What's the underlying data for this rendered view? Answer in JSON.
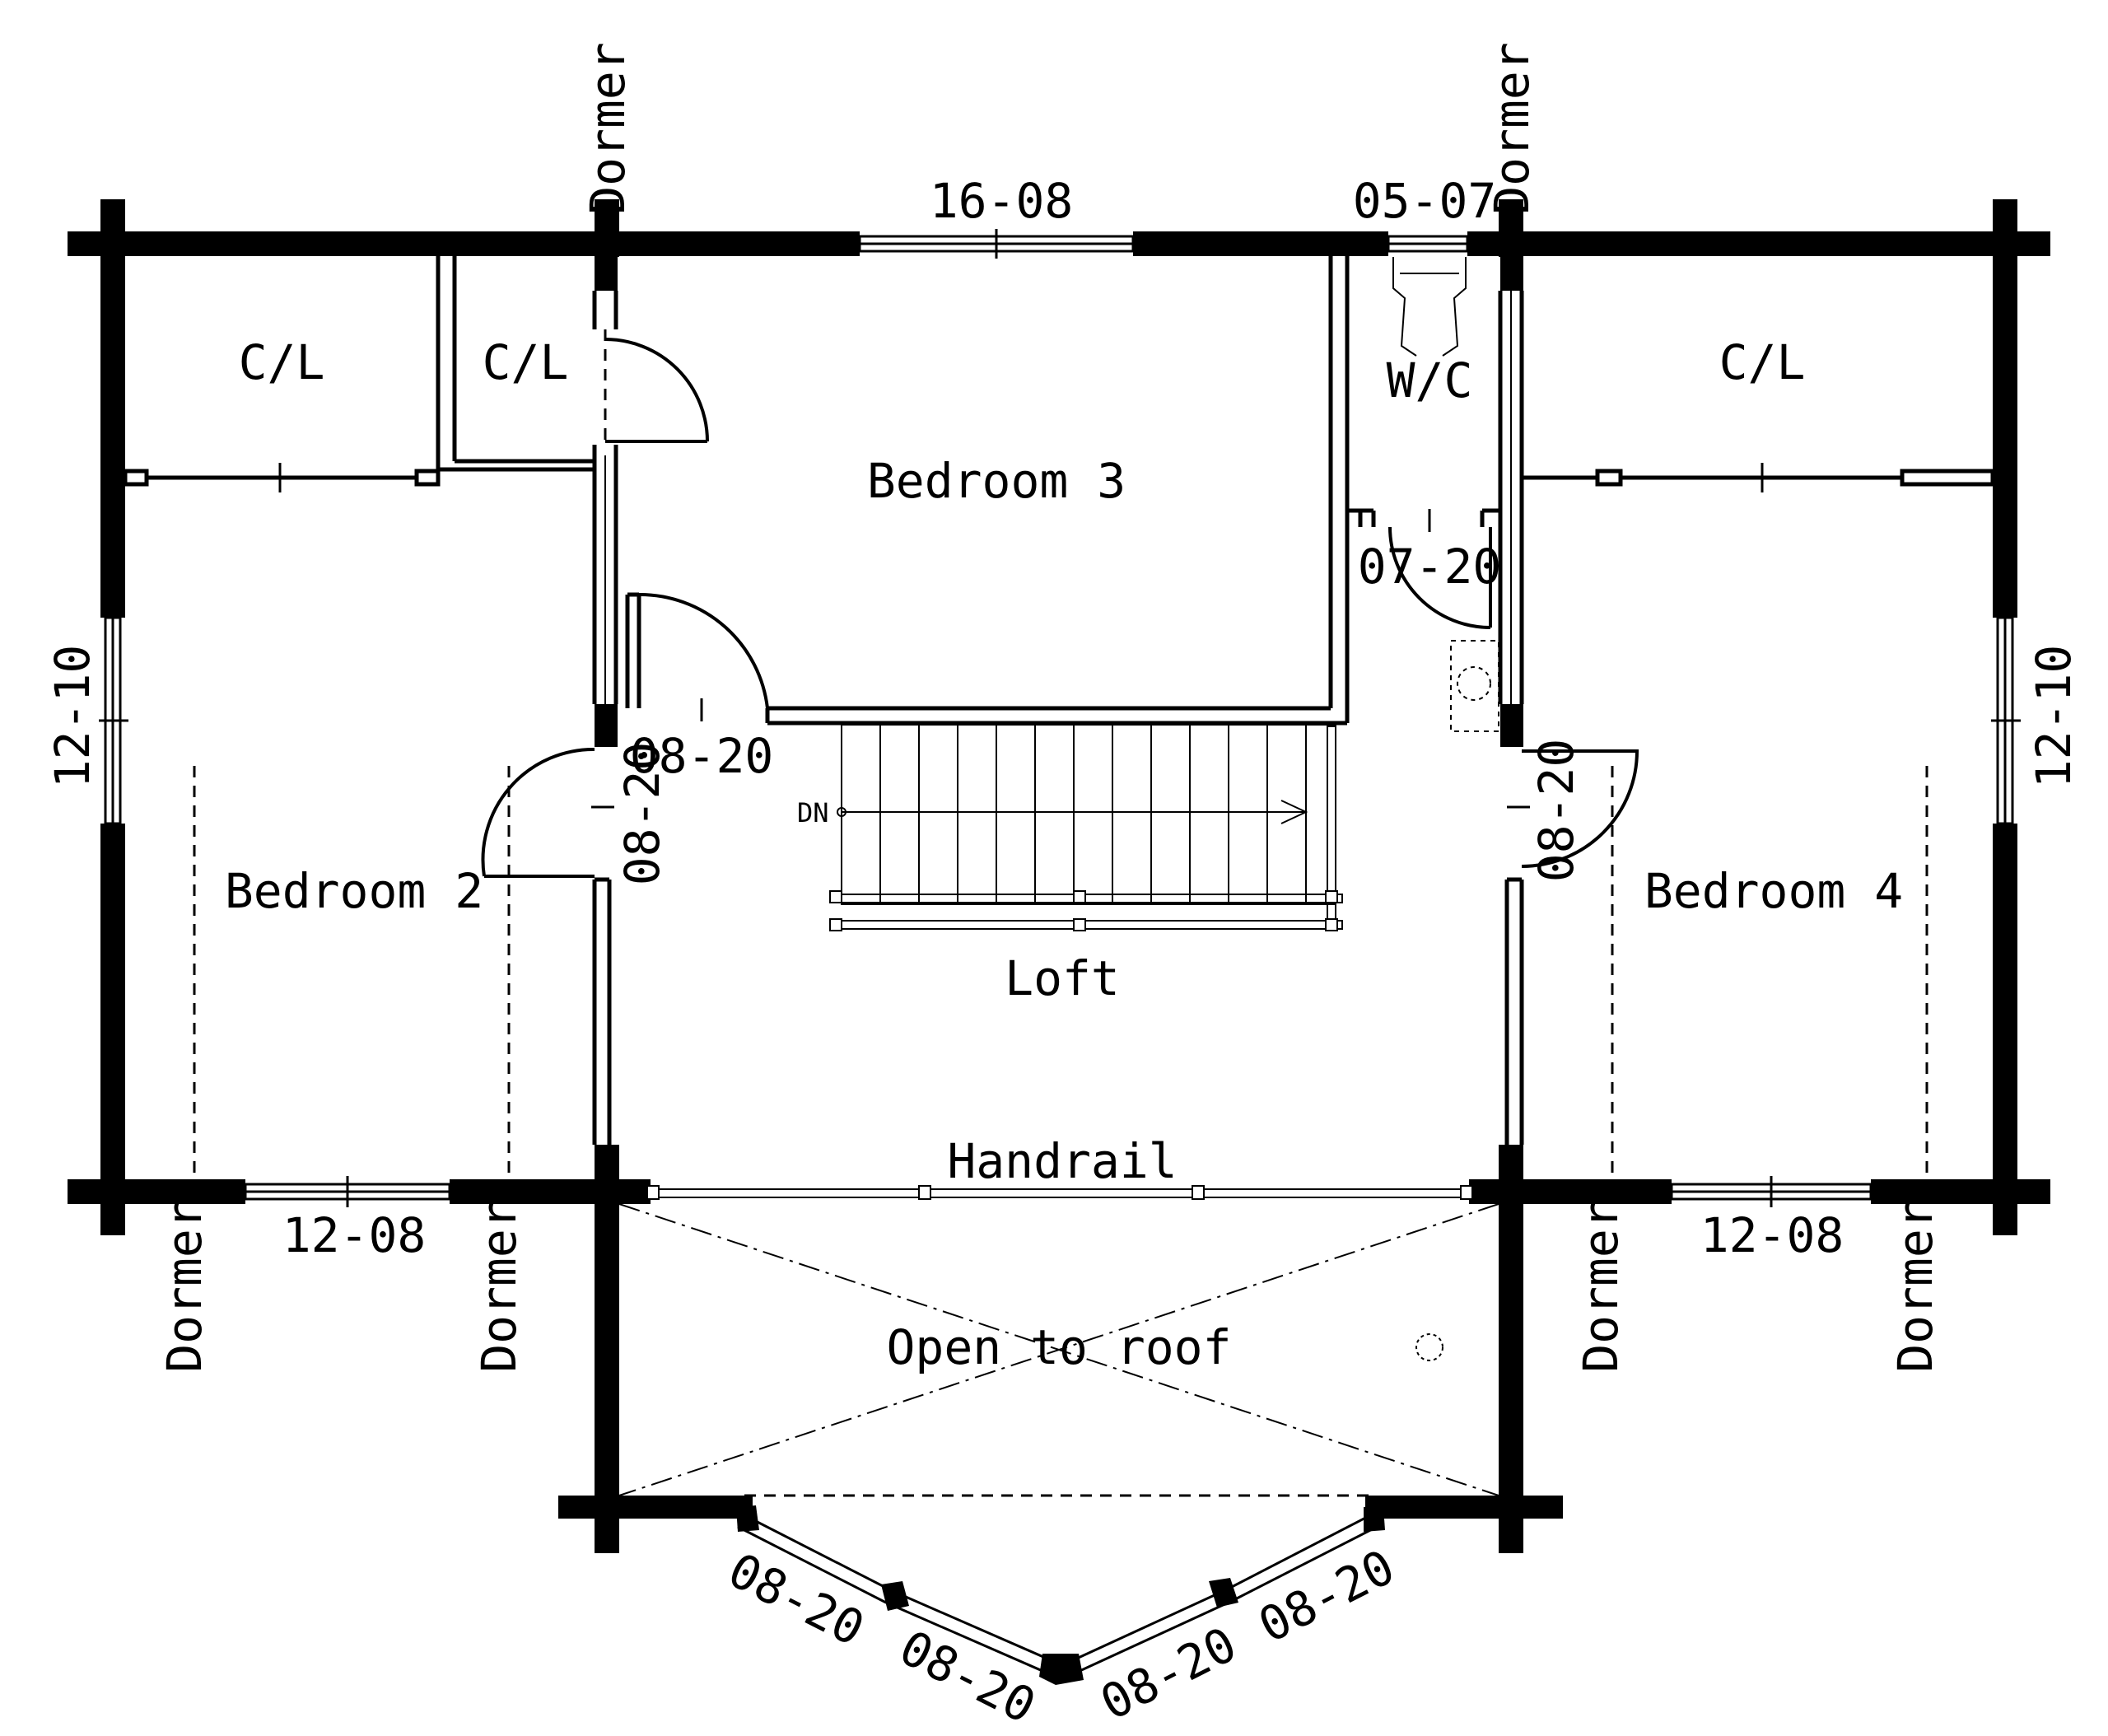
{
  "rooms": {
    "bedroom2": "Bedroom 2",
    "bedroom3": "Bedroom 3",
    "bedroom4": "Bedroom 4",
    "loft": "Loft",
    "closet_left_1": "C/L",
    "closet_left_2": "C/L",
    "closet_right": "C/L",
    "walkin_closet": "W/C",
    "open_to_roof": "Open to roof"
  },
  "notes": {
    "handrail": "Handrail",
    "stair_down": "DN"
  },
  "dormers": {
    "top_left": "Dormer",
    "top_right": "Dormer",
    "bottom_1": "Dormer",
    "bottom_2": "Dormer",
    "bottom_3": "Dormer",
    "bottom_4": "Dormer"
  },
  "windows": {
    "top_center": "16-08",
    "top_wc": "05-07",
    "left_side": "12-10",
    "right_side": "12-10",
    "bottom_left": "12-08",
    "bottom_right": "12-08",
    "bay_1": "08-20",
    "bay_2": "08-20",
    "bay_3": "08-20",
    "bay_4": "08-20"
  },
  "doors": {
    "bedroom3": "08-20",
    "bedroom2": "08-20",
    "bedroom4": "08-20",
    "wc": "07-20"
  },
  "colors": {
    "ink": "#000000",
    "paper": "#ffffff"
  }
}
